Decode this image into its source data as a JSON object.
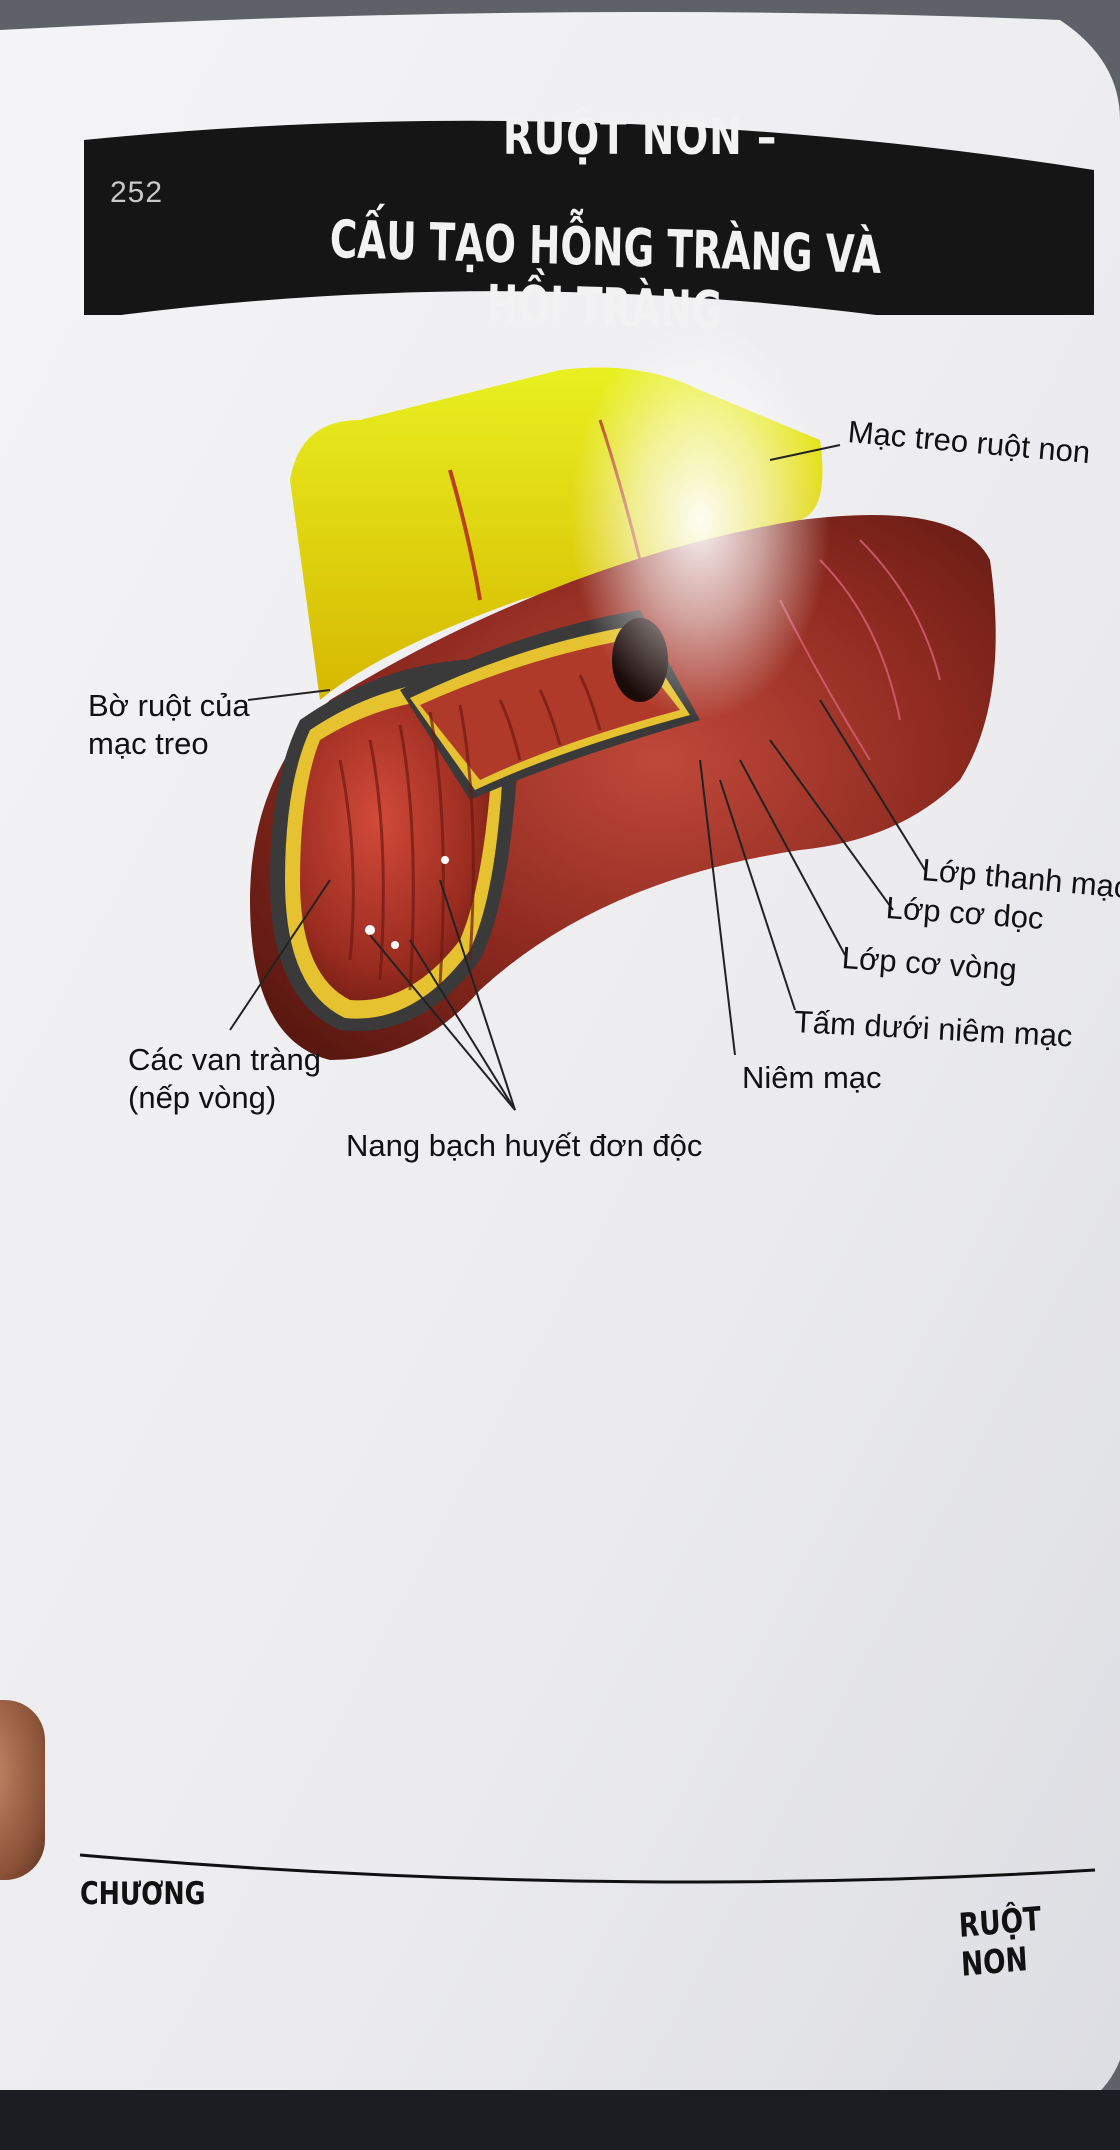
{
  "header": {
    "page_number": "252",
    "title_line1": "RUỘT NON –",
    "title_line2": "CẤU TẠO HỖNG TRÀNG VÀ HỒI TRÀNG"
  },
  "figure": {
    "labels": {
      "mesentery": "Mạc treo ruột non",
      "mesenteric_border_line1": "Bờ ruột của",
      "mesenteric_border_line2": "mạc treo",
      "serosa": "Lớp thanh mạc",
      "longitudinal_muscle": "Lớp cơ dọc",
      "circular_muscle": "Lớp cơ vòng",
      "submucosa": "Tấm dưới niêm mạc",
      "mucosa": "Niêm mạc",
      "circular_folds_line1": "Các van tràng",
      "circular_folds_line2": "(nếp vòng)",
      "lymph_follicles": "Nang bạch huyết đơn độc"
    }
  },
  "footer": {
    "chapter_label": "CHƯƠNG",
    "chapter_title": "RUỘT NON"
  }
}
